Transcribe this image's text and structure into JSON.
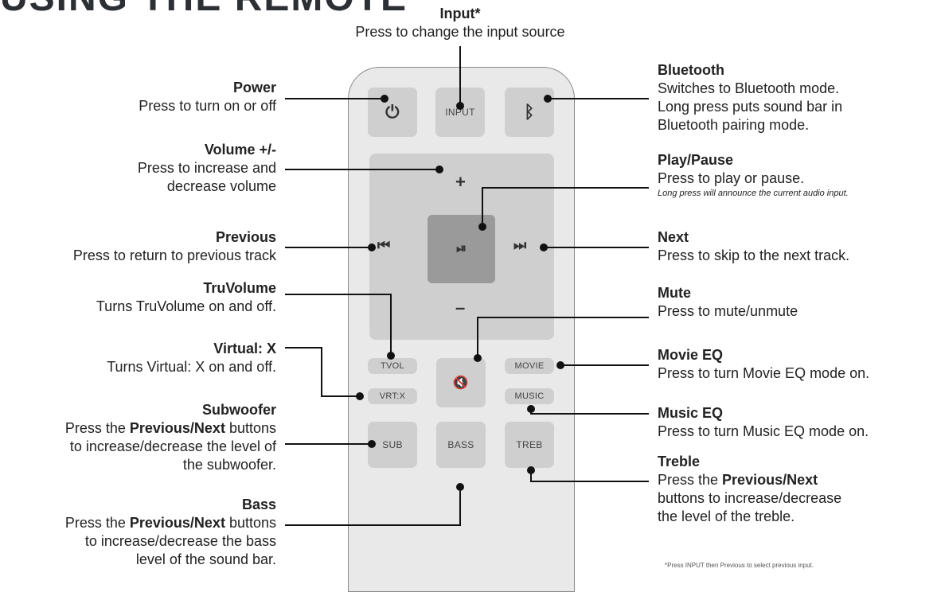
{
  "page_title": "USING THE REMOTE",
  "remote": {
    "buttons": {
      "input": "INPUT",
      "tvol": "TVOL",
      "movie": "MOVIE",
      "vrtx": "VRT:X",
      "music": "MUSIC",
      "sub": "SUB",
      "bass": "BASS",
      "treb": "TREB"
    },
    "glyphs": {
      "power": "⏻",
      "bluetooth": "ᛒ",
      "plus": "+",
      "minus": "–",
      "prev": "⏮",
      "next": "⏭",
      "playpause": "⏯",
      "mute": "🔇"
    }
  },
  "callouts": {
    "input": {
      "title": "Input*",
      "desc": "Press to change the input source"
    },
    "power": {
      "title": "Power",
      "desc": "Press to turn on or off"
    },
    "volume": {
      "title": "Volume +/-",
      "desc1": "Press to increase and",
      "desc2": "decrease volume"
    },
    "previous": {
      "title": "Previous",
      "desc": "Press to return to previous track"
    },
    "truvolume": {
      "title": "TruVolume",
      "desc": "Turns TruVolume on and off."
    },
    "virtual": {
      "title": "Virtual: X",
      "desc": "Turns Virtual: X on and off."
    },
    "subwoofer": {
      "title": "Subwoofer",
      "desc1a": "Press the ",
      "desc1b": "Previous/Next",
      "desc1c": " buttons",
      "desc2": "to increase/decrease the level of",
      "desc3": "the subwoofer."
    },
    "bass": {
      "title": "Bass",
      "desc1a": "Press the ",
      "desc1b": "Previous/Next",
      "desc1c": " buttons",
      "desc2": "to increase/decrease the bass",
      "desc3": "level of the sound bar."
    },
    "bluetooth": {
      "title": "Bluetooth",
      "desc1": "Switches to Bluetooth mode.",
      "desc2": "Long press puts sound bar in",
      "desc3": "Bluetooth pairing mode."
    },
    "playpause": {
      "title": "Play/Pause",
      "desc": "Press to play or pause.",
      "note": "Long press will announce the current audio input."
    },
    "next": {
      "title": "Next",
      "desc": "Press to skip to the next track."
    },
    "mute": {
      "title": "Mute",
      "desc": "Press to mute/unmute"
    },
    "movieeq": {
      "title": "Movie EQ",
      "desc": "Press to turn Movie EQ mode on."
    },
    "musiceq": {
      "title": "Music EQ",
      "desc": "Press to turn Music EQ mode on."
    },
    "treble": {
      "title": "Treble",
      "desc1a": "Press the ",
      "desc1b": "Previous/Next",
      "desc2": "buttons to increase/decrease",
      "desc3": "the level of the treble."
    }
  },
  "footnote": "*Press INPUT then Previous to select previous input."
}
